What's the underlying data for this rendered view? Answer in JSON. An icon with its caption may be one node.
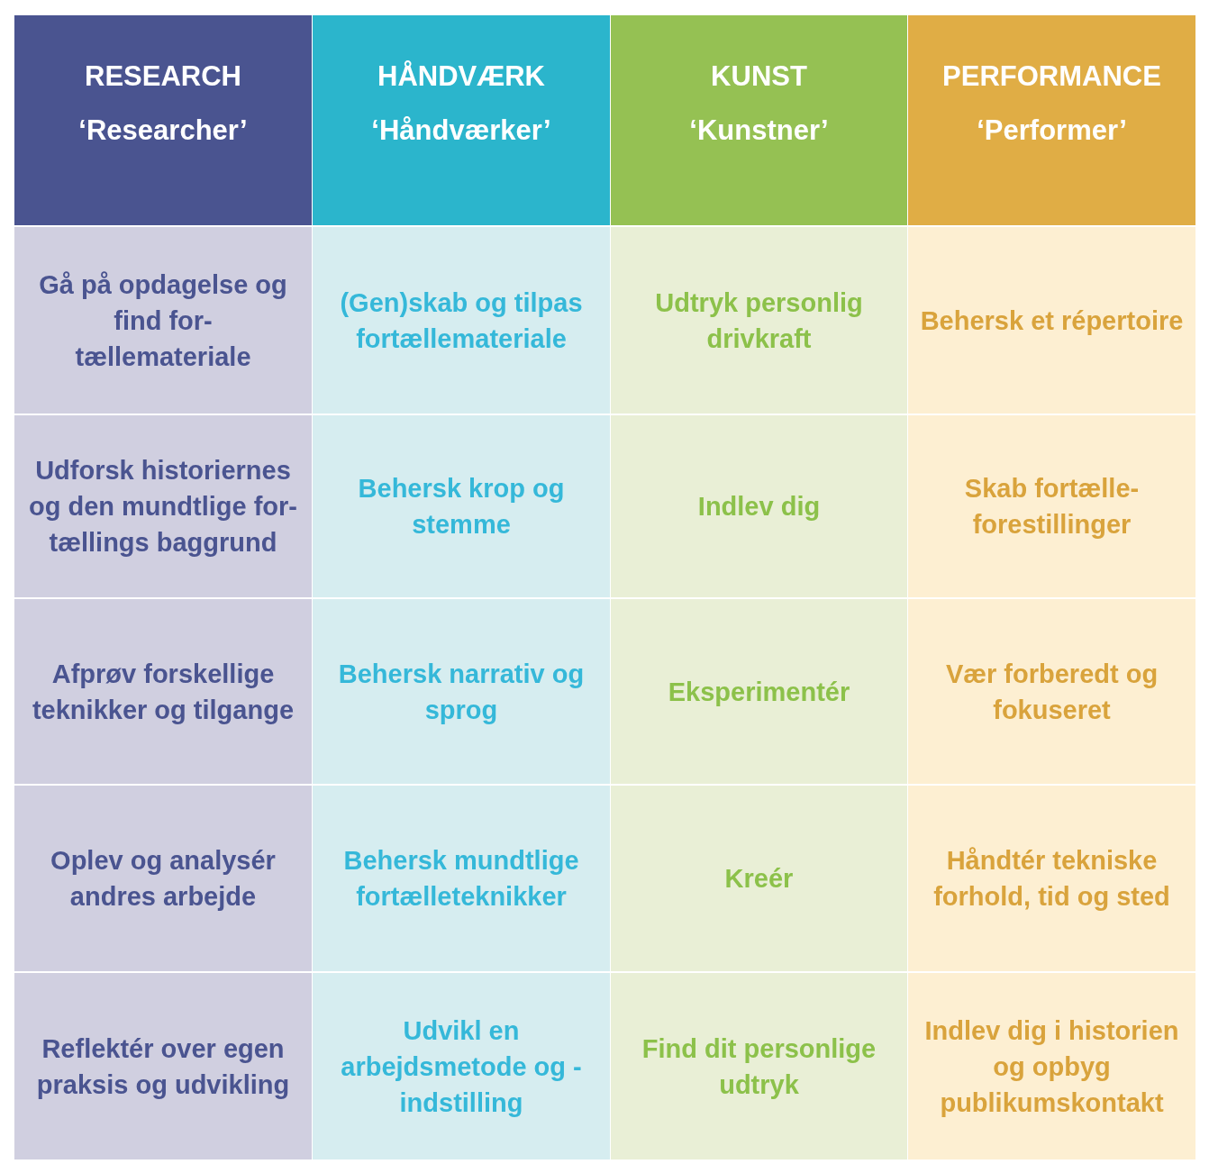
{
  "diagram": {
    "nodes": [
      {
        "text": [
          "RESEARCH",
          "‘Researcher’"
        ]
      },
      {
        "text": [
          "HÅNDVÆRK",
          "‘Håndværker’"
        ]
      },
      {
        "text": [
          "KUNST",
          "‘Kunstner’"
        ]
      },
      {
        "text": [
          "PERFORMANCE",
          "‘Performer’"
        ]
      },
      {
        "text": [
          "Gå på opdagelse og find for- tællemateriale"
        ]
      },
      {
        "text": [
          "(Gen)skab og tilpas fortællemateriale"
        ]
      },
      {
        "text": [
          "Udtryk personlig drivkraft"
        ]
      },
      {
        "text": [
          "Behersk et répertoire"
        ]
      },
      {
        "text": [
          "Udforsk historiernes og den mundtlige for- tællings baggrund"
        ]
      },
      {
        "text": [
          "Behersk krop og stemme"
        ]
      },
      {
        "text": [
          "Indlev dig"
        ]
      },
      {
        "text": [
          "Skab fortælle- forestillinger"
        ]
      },
      {
        "text": [
          "Afprøv forskellige teknikker og tilgange"
        ]
      },
      {
        "text": [
          "Behersk narrativ og sprog"
        ]
      },
      {
        "text": [
          "Eksperimentér"
        ]
      },
      {
        "text": [
          "Vær forberedt og fokuseret"
        ]
      },
      {
        "text": [
          "Oplev og analysér andres arbejde"
        ]
      },
      {
        "text": [
          "Behersk mundtlige fortælleteknikker"
        ]
      },
      {
        "text": [
          "Kreér"
        ]
      },
      {
        "text": [
          "Håndtér tekniske forhold, tid og sted"
        ]
      },
      {
        "text": [
          "Reflektér over egen praksis og udvikling"
        ]
      },
      {
        "text": [
          "Udvikl en arbejdsmetode og -indstilling"
        ]
      },
      {
        "text": [
          "Find dit personlige udtryk"
        ]
      },
      {
        "text": [
          "Indlev dig i historien og opbyg publikumskontakt"
        ]
      }
    ],
    "edges": []
  }
}
